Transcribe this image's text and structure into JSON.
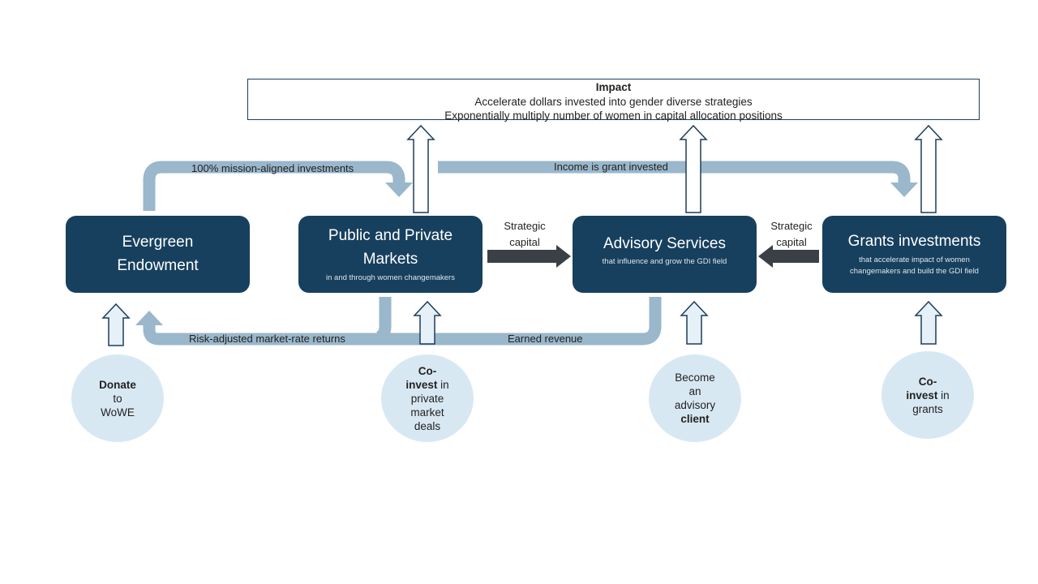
{
  "impact": {
    "title": "Impact",
    "line1": "Accelerate dollars invested into gender diverse strategies",
    "line2": "Exponentially multiply number of women in capital allocation positions"
  },
  "nodes": {
    "endowment": {
      "title_line1": "Evergreen",
      "title_line2": "Endowment"
    },
    "markets": {
      "title_line1": "Public and Private",
      "title_line2": "Markets",
      "subtitle": "in and through women changemakers"
    },
    "advisory": {
      "title": "Advisory Services",
      "subtitle": "that influence and grow the GDI field"
    },
    "grants": {
      "title": "Grants investments",
      "subtitle_line1": "that accelerate impact of women",
      "subtitle_line2": "changemakers and build the GDI field"
    }
  },
  "flows": {
    "mission_aligned": "100% mission-aligned investments",
    "income_grant": "Income is grant invested",
    "strategic_capital_left_1": "Strategic",
    "strategic_capital_left_2": "capital",
    "strategic_capital_right_1": "Strategic",
    "strategic_capital_right_2": "capital",
    "risk_adjusted": "Risk-adjusted market-rate returns",
    "earned_revenue": "Earned revenue"
  },
  "entry_points": {
    "donate": {
      "bold": "Donate",
      "rest_line1": "to",
      "rest_line2": "WoWE"
    },
    "coinvest_private": {
      "bold_line1": "Co-",
      "bold_line2": "invest",
      "rest_inline": " in",
      "rest_line1": "private",
      "rest_line2": "market",
      "rest_line3": "deals"
    },
    "advisory_client": {
      "line1": "Become",
      "line2": "an",
      "line3": "advisory",
      "bold": "client"
    },
    "coinvest_grants": {
      "bold_line1": "Co-",
      "bold_line2": "invest",
      "rest_inline": " in",
      "rest_line1": "grants"
    }
  },
  "colors": {
    "node_fill": "#17405e",
    "flow_band": "#9ab7cb",
    "strategic_arrow": "#3a4045",
    "circle_fill": "#d8e8f3",
    "outline_arrow_stroke": "#1c3d5a",
    "outline_arrow_fill_up": "#ffffff",
    "outline_arrow_fill_in": "#e6f0f8"
  }
}
